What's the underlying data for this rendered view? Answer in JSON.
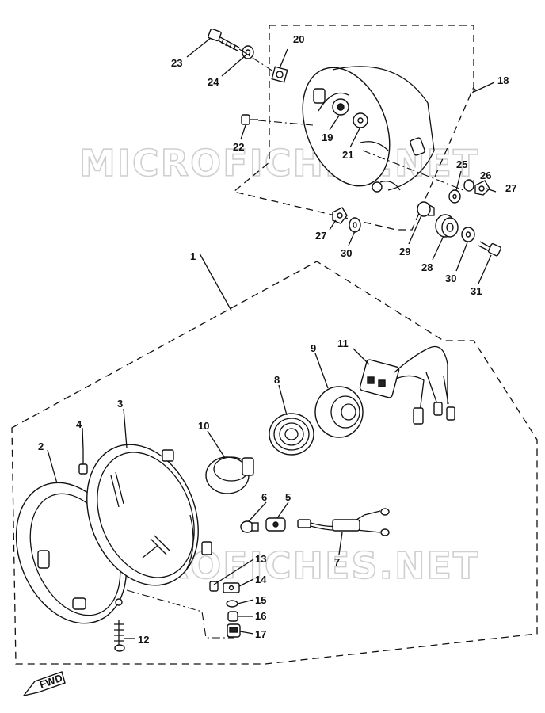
{
  "watermarks": [
    "MICROFICHES.NET",
    "MICROFICHES.NET"
  ],
  "direction_tag": "FWD",
  "callouts": {
    "c1": "1",
    "c2": "2",
    "c3": "3",
    "c4": "4",
    "c5": "5",
    "c6": "6",
    "c7": "7",
    "c8": "8",
    "c9": "9",
    "c10": "10",
    "c11": "11",
    "c12": "12",
    "c13": "13",
    "c14": "14",
    "c15": "15",
    "c16": "16",
    "c17": "17",
    "c18": "18",
    "c19": "19",
    "c20": "20",
    "c21": "21",
    "c22": "22",
    "c23": "23",
    "c24": "24",
    "c25": "25",
    "c26": "26",
    "c27a": "27",
    "c27b": "27",
    "c28": "28",
    "c29": "29",
    "c30a": "30",
    "c30b": "30",
    "c31": "31"
  }
}
